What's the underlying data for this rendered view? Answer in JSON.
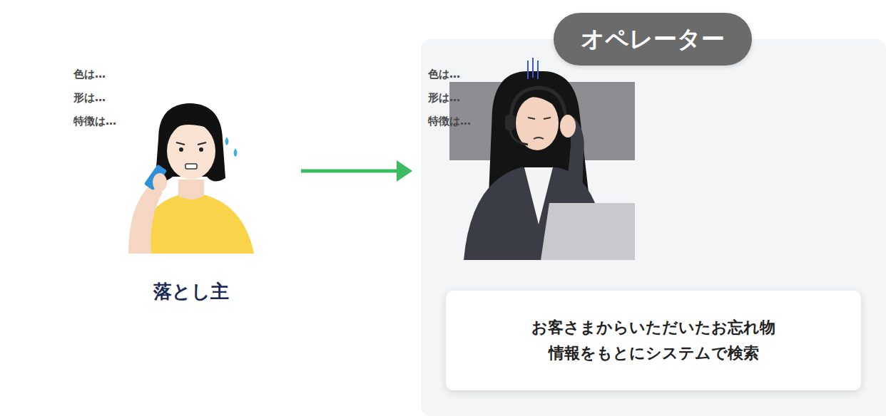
{
  "diagram": {
    "nodes": [
      {
        "text": [
          "落とし主"
        ]
      },
      {
        "text": [
          "色は… 形は… 特徴は…"
        ]
      },
      {
        "text": [
          "オペレーター"
        ]
      },
      {
        "text": [
          "色は… 形は… 特徴は…"
        ],
        "in": 2
      },
      {
        "text": [
          "お客さまからいただいたお忘れ物 情報をもとにシステムで検索"
        ],
        "in": 2
      }
    ],
    "edges": [
      {
        "from": 0,
        "to": 2,
        "arrow": "to"
      }
    ]
  }
}
